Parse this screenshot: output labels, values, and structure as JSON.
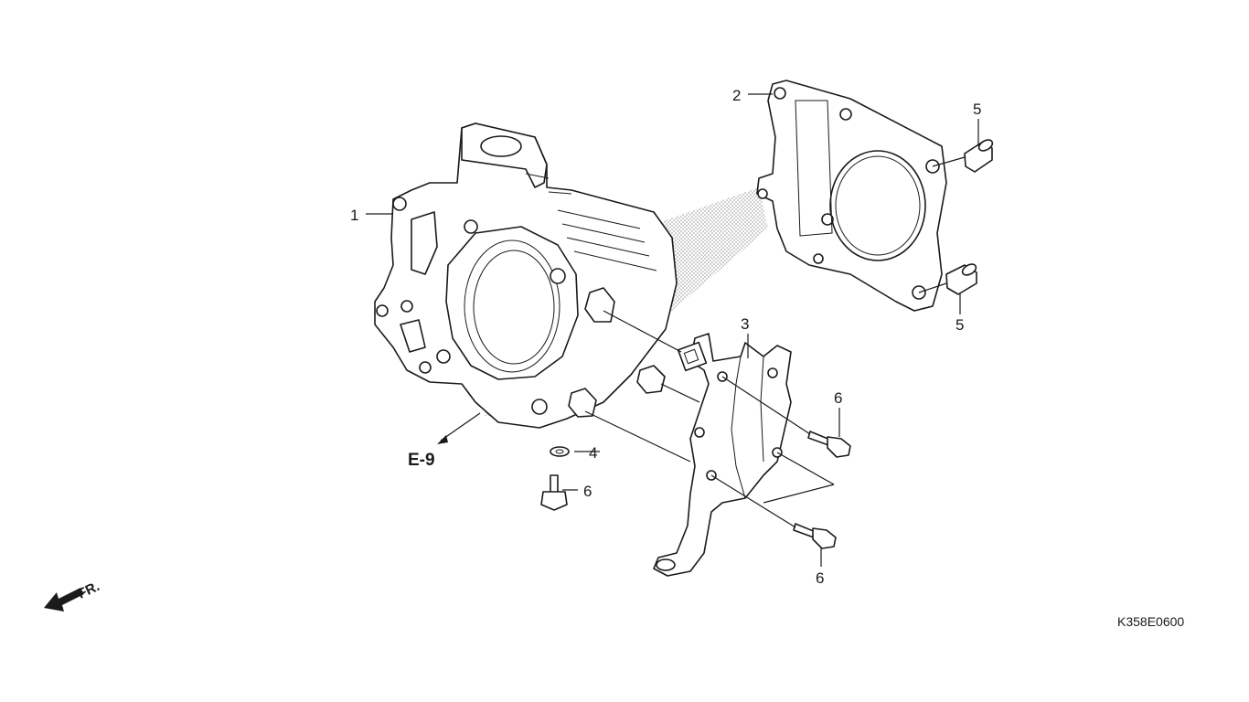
{
  "diagram": {
    "reference_link": "E-9",
    "drawing_code": "K358E0600",
    "direction_label": "FR.",
    "callouts": {
      "c1": "1",
      "c2": "2",
      "c3": "3",
      "c4": "4",
      "c5a": "5",
      "c5b": "5",
      "c6a": "6",
      "c6b": "6",
      "c6c": "6"
    }
  }
}
